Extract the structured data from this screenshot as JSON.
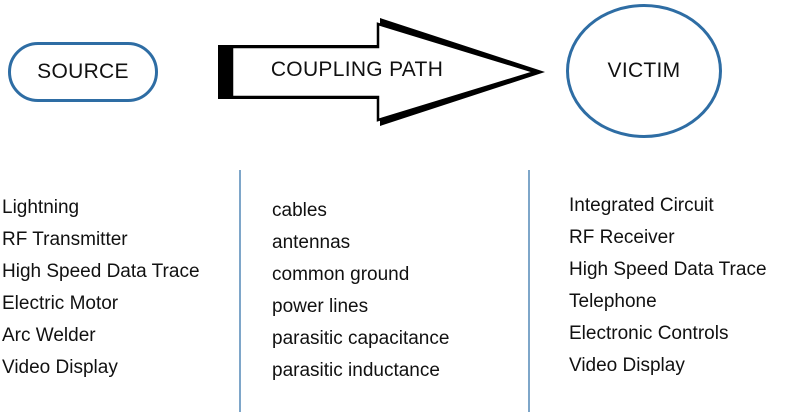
{
  "diagram": {
    "source": {
      "label": "SOURCE"
    },
    "coupling": {
      "label": "COUPLING PATH"
    },
    "victim": {
      "label": "VICTIM"
    },
    "colors": {
      "outline": "#2e6da4",
      "divider": "#7ea6c9",
      "arrow_shadow": "#000000"
    },
    "lists": {
      "source_items": [
        "Lightning",
        "RF Transmitter",
        "High Speed Data Trace",
        "Electric Motor",
        "Arc Welder",
        "Video Display"
      ],
      "coupling_items": [
        "cables",
        "antennas",
        "common ground",
        "power lines",
        "parasitic capacitance",
        "parasitic inductance"
      ],
      "victim_items": [
        "Integrated Circuit",
        "RF Receiver",
        "High Speed Data Trace",
        "Telephone",
        "Electronic Controls",
        "Video Display"
      ]
    }
  }
}
